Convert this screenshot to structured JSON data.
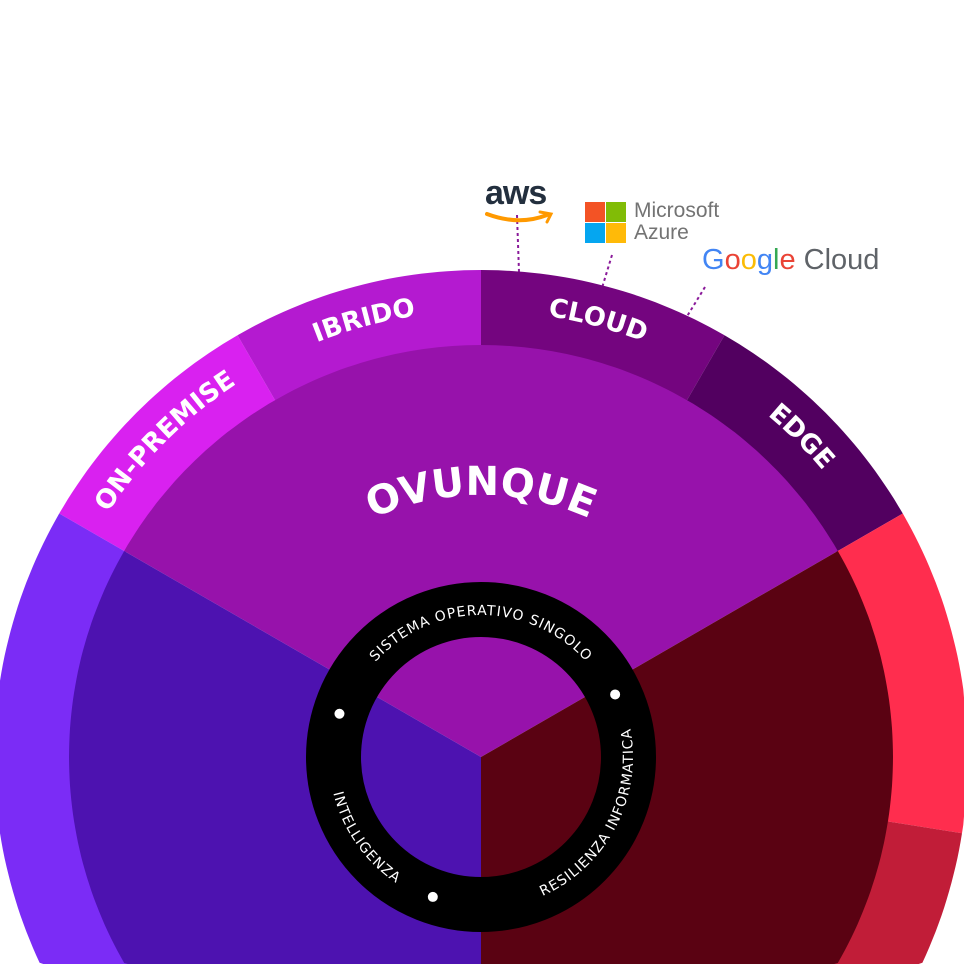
{
  "diagram": {
    "center_label": "OVUNQUE",
    "outer_segments": [
      {
        "label": "ON-PREMISE",
        "color": "#d921f0"
      },
      {
        "label": "IBRIDO",
        "color": "#b41ad0"
      },
      {
        "label": "CLOUD",
        "color": "#74057f"
      },
      {
        "label": "EDGE",
        "color": "#520060"
      }
    ],
    "other_outer_colors": {
      "right_upper": "#ff2d4e",
      "right_lower": "#c11d38",
      "left": "#7b2cf6"
    },
    "inner_sector_colors": {
      "top": "#9712ab",
      "right": "#5a0212",
      "left": "#4d12b0"
    },
    "ring": {
      "color": "#000000",
      "labels": [
        "SISTEMA OPERATIVO SINGOLO",
        "RESILIENZA INFORMATICA",
        "INTELLIGENZA"
      ]
    }
  },
  "logos": {
    "aws": "aws",
    "azure": [
      "Microsoft",
      "Azure"
    ],
    "google": {
      "brand": "Google",
      "product": "Cloud"
    }
  }
}
